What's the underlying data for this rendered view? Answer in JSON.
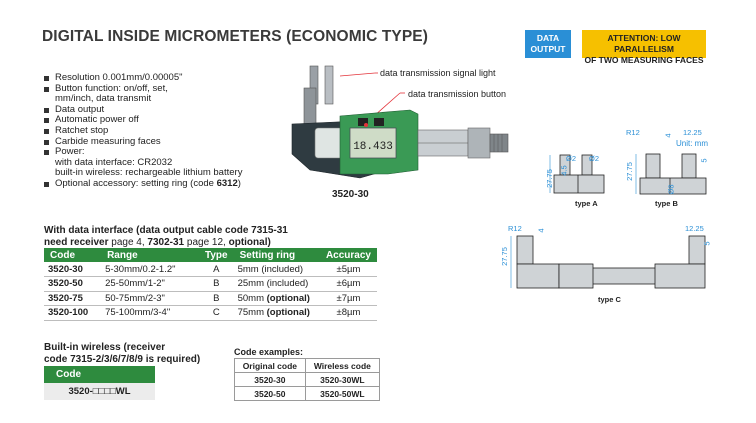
{
  "title": "DIGITAL INSIDE MICROMETERS (ECONOMIC TYPE)",
  "badges": {
    "data_output": [
      "DATA",
      "OUTPUT"
    ],
    "attention": [
      "ATTENTION: LOW PARALLELISM",
      "OF TWO MEASURING FACES"
    ],
    "data_output_color": "#2a8fd6",
    "attention_color": "#f6c000"
  },
  "features": [
    "Resolution 0.001mm/0.00005\"",
    "Button function: on/off, set,",
    "mm/inch, data transmit",
    "Data output",
    "Automatic power off",
    "Ratchet stop",
    "Carbide measuring faces",
    "Power:",
    "with data interface: CR2032",
    "built-in wireless:  rechargeable lithium battery",
    "Optional accessory: setting ring (code ",
    "6312",
    ")"
  ],
  "callouts": {
    "signal_light": "data transmission signal light",
    "button": "data transmission button"
  },
  "model_label": "3520-30",
  "display_reading": "18.433",
  "unit": "Unit: mm",
  "dimensions": {
    "type_a": {
      "d1": "Ø2",
      "d2": "Ø2",
      "h1": "4.5",
      "h2": "27.75",
      "label": "type A"
    },
    "type_b": {
      "r": "R12",
      "w1": "4",
      "w2": "12.25",
      "h1": "27.75",
      "h2": "5",
      "d": "Ø8",
      "label": "type B"
    },
    "type_c": {
      "r": "R12",
      "w1": "4",
      "w2": "12.25",
      "h1": "27.75",
      "h2": "5",
      "label": "type C"
    }
  },
  "interface_heading": {
    "line1": "With data interface (data output cable code 7315-31",
    "line2_a": "need receiver ",
    "line2_b": "page 4, ",
    "line2_c": "7302-31",
    "line2_d": " page 12, ",
    "line2_e": "optional)"
  },
  "main_table": {
    "headers": [
      "Code",
      "Range",
      "Type",
      "Setting ring",
      "Accuracy"
    ],
    "rows": [
      {
        "code": "3520-30",
        "range": "5-30mm/0.2-1.2\"",
        "type": "A",
        "ring": "5mm (included)",
        "ring_bold": false,
        "acc": "±5µm"
      },
      {
        "code": "3520-50",
        "range": "25-50mm/1-2\"",
        "type": "B",
        "ring": "25mm (included)",
        "ring_bold": false,
        "acc": "±6µm"
      },
      {
        "code": "3520-75",
        "range": "50-75mm/2-3\"",
        "type": "B",
        "ring": "50mm ",
        "ring_opt": "(optional)",
        "acc": "±7µm"
      },
      {
        "code": "3520-100",
        "range": "75-100mm/3-4\"",
        "type": "C",
        "ring": "75mm ",
        "ring_opt": "(optional)",
        "acc": "±8µm"
      }
    ]
  },
  "wireless": {
    "line1": "Built-in wireless (receiver",
    "line2": "code 7315-2/3/6/7/8/9 is required)",
    "header": "Code",
    "value": "3520-□□□□WL"
  },
  "code_examples": {
    "heading": "Code examples:",
    "headers": [
      "Original code",
      "Wireless code"
    ],
    "rows": [
      [
        "3520-30",
        "3520-30WL"
      ],
      [
        "3520-50",
        "3520-50WL"
      ]
    ]
  }
}
